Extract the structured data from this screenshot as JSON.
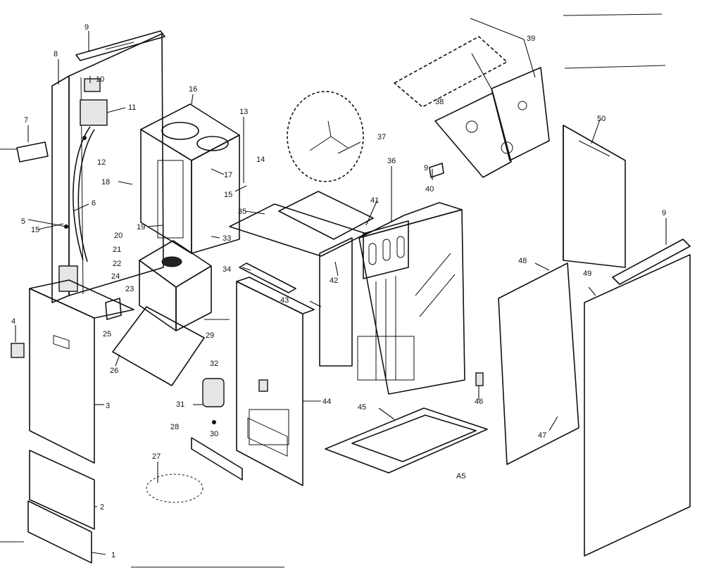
{
  "callouts": [
    "1",
    "2",
    "3",
    "4",
    "5",
    "6",
    "7",
    "8",
    "9",
    "10",
    "11",
    "12",
    "13",
    "14",
    "15",
    "16",
    "17",
    "18",
    "19",
    "20",
    "21",
    "22",
    "23",
    "24",
    "25",
    "26",
    "27",
    "28",
    "29",
    "30",
    "31",
    "32",
    "33",
    "34",
    "35",
    "36",
    "37",
    "38",
    "39",
    "40",
    "41",
    "42",
    "43",
    "44",
    "45",
    "46",
    "47",
    "48",
    "49",
    "50"
  ],
  "extra_labels": [
    "15",
    "9",
    "9",
    "A5"
  ]
}
